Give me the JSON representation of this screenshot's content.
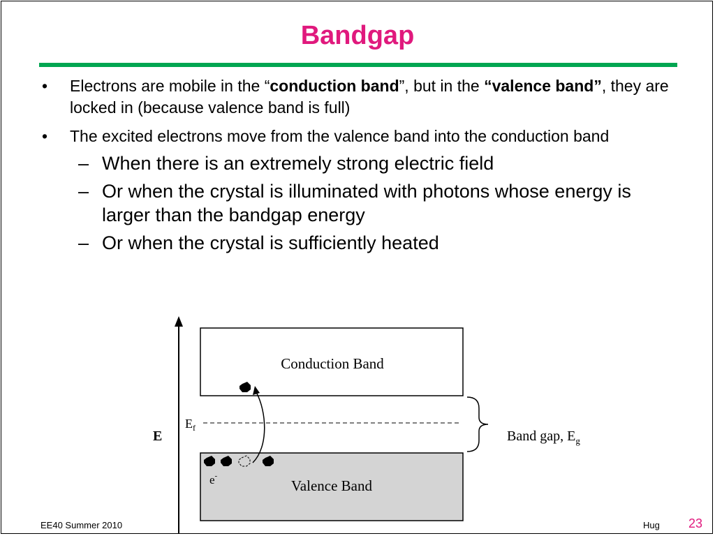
{
  "slide": {
    "title": "Bandgap",
    "bullets": [
      {
        "parts": [
          {
            "text": "Electrons are mobile in the “",
            "bold": false
          },
          {
            "text": "conduction band",
            "bold": true
          },
          {
            "text": "”, but in the ",
            "bold": false
          },
          {
            "text": "“valence band”",
            "bold": true
          },
          {
            "text": ", they are locked in (because valence band is full)",
            "bold": false
          }
        ]
      },
      {
        "parts": [
          {
            "text": "The excited electrons move from the valence band into the conduction band",
            "bold": false
          }
        ]
      }
    ],
    "subbullets": [
      "When there is an extremely strong electric field",
      "Or when the crystal is illuminated with photons whose energy is larger than the bandgap energy",
      "Or when the crystal is sufficiently heated"
    ],
    "bullet_symbol": "•",
    "sub_symbol": "–"
  },
  "diagram": {
    "energy_axis_label": "E",
    "conduction_band_label": "Conduction Band",
    "valence_band_label": "Valence Band",
    "fermi_label": "E",
    "fermi_sub": "f",
    "gap_label": "Band gap, E",
    "gap_sub": "g",
    "electron_label": "e",
    "electron_sup": "-"
  },
  "footer": {
    "course": "EE40 Summer 2010",
    "author": "Hug",
    "page": "23"
  },
  "colors": {
    "title": "#e0197d",
    "rule": "#00a651",
    "valence_fill": "#d4d4d4"
  }
}
